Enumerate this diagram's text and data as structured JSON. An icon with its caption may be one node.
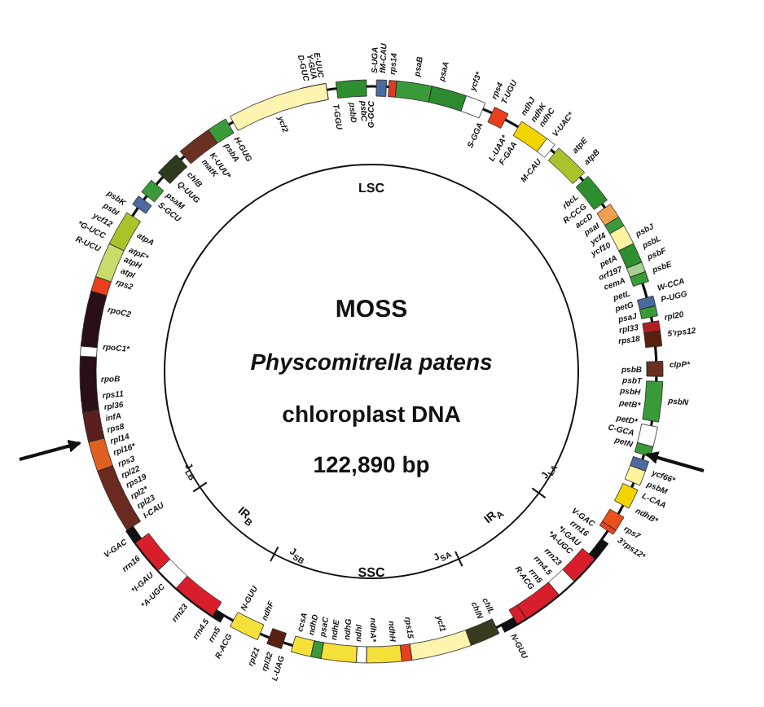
{
  "diagram": {
    "labels": [
      "MOSS",
      "Physcomitrella patens",
      "chloroplast DNA",
      "122,890 bp",
      "LSC",
      "J$_{LB}$",
      "IR$_{B}$",
      "J$_{SB}$",
      "SSC",
      "J$_{SA}$",
      "IR$_{A}$",
      "J$_{LA}$",
      "D-GUC",
      "Y-GUA",
      "E-UUC",
      "T-GGU",
      "psbD",
      "psbC",
      "G-GCC",
      "S-UGA",
      "fM-CAU",
      "rps14",
      "psaB",
      "psaA",
      "ycf3*",
      "S-GGA",
      "rps4",
      "T-UGU",
      "L-UAA*",
      "F-GAA",
      "ndhJ",
      "ndhK",
      "ndhC",
      "V-UAC*",
      "M-CAU",
      "atpE",
      "atpB",
      "rbcL",
      "R-CCG",
      "accD",
      "psaI",
      "ycf4",
      "ycf10",
      "psbJ",
      "psbL",
      "psbF",
      "psbE",
      "petA",
      "orf197",
      "cemA",
      "W-CCA",
      "P-UGG",
      "petL",
      "petG",
      "psaJ",
      "rpl33",
      "rps18",
      "rpl20",
      "5'rps12",
      "clpP*",
      "psbB",
      "psbT",
      "psbH",
      "petB*",
      "psbN",
      "petD*",
      "C-GCA",
      "petN",
      "ycf66*",
      "psbM",
      "L-CAA",
      "ndhB*",
      "rps7",
      "3'rps12*",
      "V-GAC",
      "rrn16",
      "*I-GAU",
      "*A-UGC",
      "rrn23",
      "rrn4.5",
      "rrn5",
      "R-ACG",
      "N-GUU",
      "chlL",
      "chlN",
      "ycf1",
      "rps15",
      "ndhH",
      "ndhA*",
      "ndhI",
      "ndhG",
      "ndhE",
      "psaC",
      "ndhD",
      "ccsA",
      "L-UAG",
      "rpl32",
      "rpl21",
      "ndhF",
      "N-GUU",
      "R-ACG",
      "rrn5",
      "rrn4.5",
      "rrn23",
      "*A-UGC",
      "*I-GAU",
      "rrn16",
      "V-GAC",
      "I-CAU",
      "rpl23",
      "rpl2*",
      "rps19",
      "rpl22",
      "rps3",
      "rpl16*",
      "rpl14",
      "rps8",
      "infA",
      "rpl36",
      "rps11",
      "rpoB",
      "rpoC1*",
      "rpoC2",
      "rps2",
      "atpI",
      "atpH",
      "atpF*",
      "atpA",
      "R-UCU",
      "*G-UCC",
      "ycf12",
      "psbI",
      "psbK",
      "S-GCU",
      "psaM",
      "Q-UUG",
      "chlB",
      "matK",
      "K-UUU*",
      "psbA",
      "H-GUG",
      "ycf2"
    ]
  }
}
